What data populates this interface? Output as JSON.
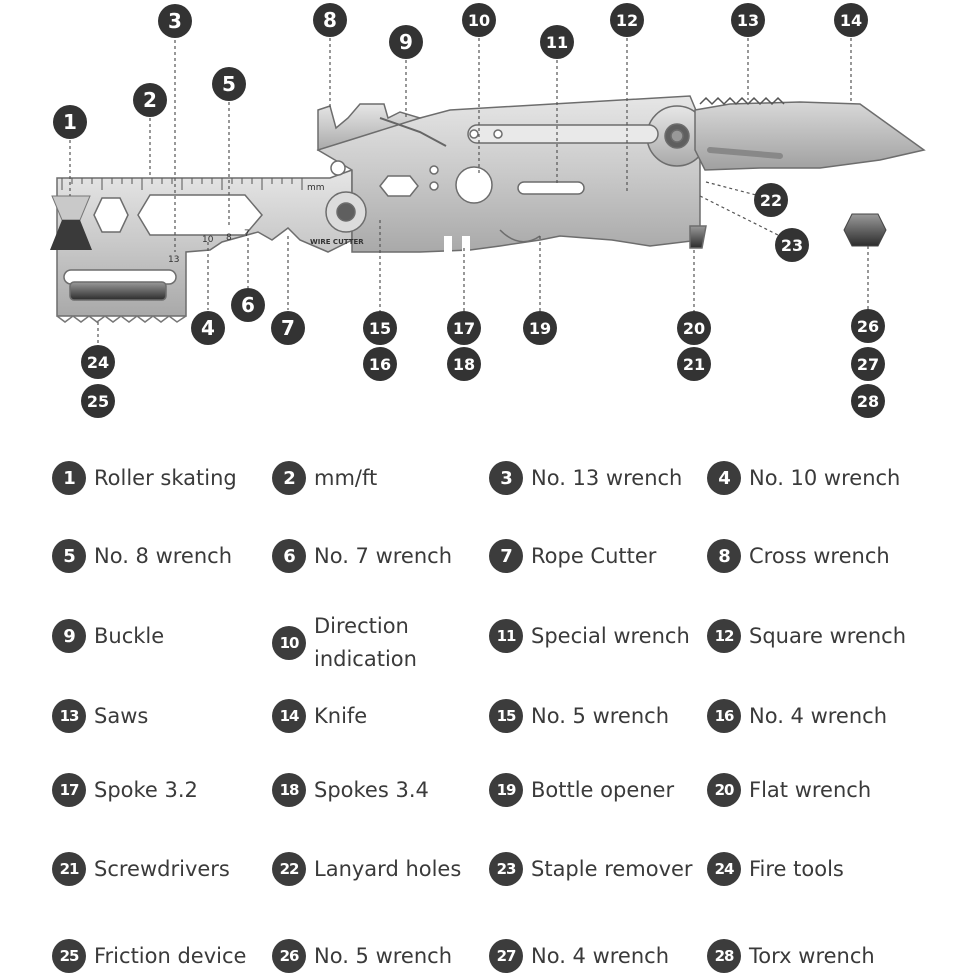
{
  "diagram": {
    "ruler_unit": "mm",
    "engraving": "WIRE CUTTER",
    "tick_labels": [
      "13",
      "10",
      "8",
      "7"
    ]
  },
  "legend": [
    {
      "num": "1",
      "label": "Roller skating"
    },
    {
      "num": "2",
      "label": "mm/ft"
    },
    {
      "num": "3",
      "label": "No. 13 wrench"
    },
    {
      "num": "4",
      "label": "No. 10 wrench"
    },
    {
      "num": "5",
      "label": "No. 8 wrench"
    },
    {
      "num": "6",
      "label": "No. 7 wrench"
    },
    {
      "num": "7",
      "label": "Rope Cutter"
    },
    {
      "num": "8",
      "label": "Cross wrench"
    },
    {
      "num": "9",
      "label": "Buckle"
    },
    {
      "num": "10",
      "label": "Direction indication"
    },
    {
      "num": "11",
      "label": "Special wrench"
    },
    {
      "num": "12",
      "label": "Square wrench"
    },
    {
      "num": "13",
      "label": "Saws"
    },
    {
      "num": "14",
      "label": "Knife"
    },
    {
      "num": "15",
      "label": "No. 5 wrench"
    },
    {
      "num": "16",
      "label": "No. 4 wrench"
    },
    {
      "num": "17",
      "label": "Spoke 3.2"
    },
    {
      "num": "18",
      "label": "Spokes 3.4"
    },
    {
      "num": "19",
      "label": "Bottle opener"
    },
    {
      "num": "20",
      "label": "Flat wrench"
    },
    {
      "num": "21",
      "label": "Screwdrivers"
    },
    {
      "num": "22",
      "label": "Lanyard holes"
    },
    {
      "num": "23",
      "label": "Staple remover"
    },
    {
      "num": "24",
      "label": "Fire tools"
    },
    {
      "num": "25",
      "label": "Friction device"
    },
    {
      "num": "26",
      "label": "No. 5 wrench"
    },
    {
      "num": "27",
      "label": "No. 4 wrench"
    },
    {
      "num": "28",
      "label": "Torx wrench"
    }
  ]
}
